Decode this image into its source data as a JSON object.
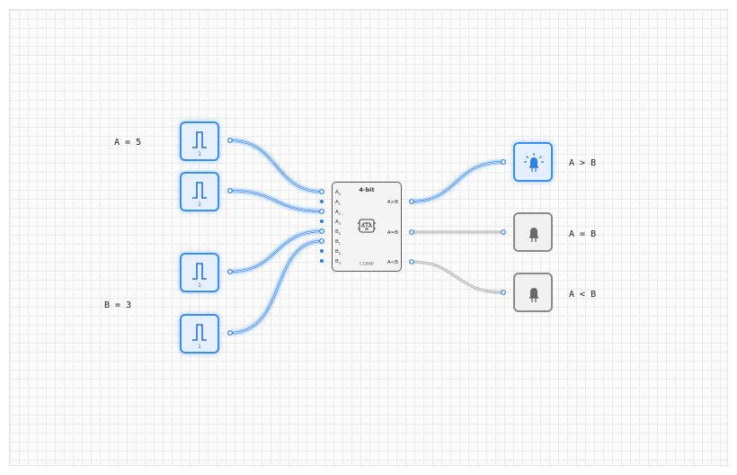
{
  "labels": {
    "a_value": "A = 5",
    "b_value": "B = 3",
    "out_gt": "A > B",
    "out_eq": "A = B",
    "out_lt": "A < B"
  },
  "inputs": [
    {
      "name": "A0",
      "value": "1",
      "state": "on"
    },
    {
      "name": "A2",
      "value": "1",
      "state": "on"
    },
    {
      "name": "B0",
      "value": "1",
      "state": "on"
    },
    {
      "name": "B1",
      "value": "1",
      "state": "on"
    }
  ],
  "comparator": {
    "title": "4-bit",
    "footer": "COMP",
    "input_pins": [
      "A0",
      "A1",
      "A2",
      "A3",
      "B0",
      "B1",
      "B2",
      "B3"
    ],
    "output_pins": [
      "A>B",
      "A=B",
      "A<B"
    ],
    "icon": "balance-scale-chip-icon"
  },
  "outputs": [
    {
      "name": "gt",
      "state": "on",
      "icon": "led-lit-icon"
    },
    {
      "name": "eq",
      "state": "off",
      "icon": "led-off-icon"
    },
    {
      "name": "lt",
      "state": "off",
      "icon": "led-off-icon"
    }
  ],
  "colors": {
    "active_wire": "#3a8ef0",
    "inactive_wire": "#a8a8a8",
    "grid": "#ececec"
  }
}
